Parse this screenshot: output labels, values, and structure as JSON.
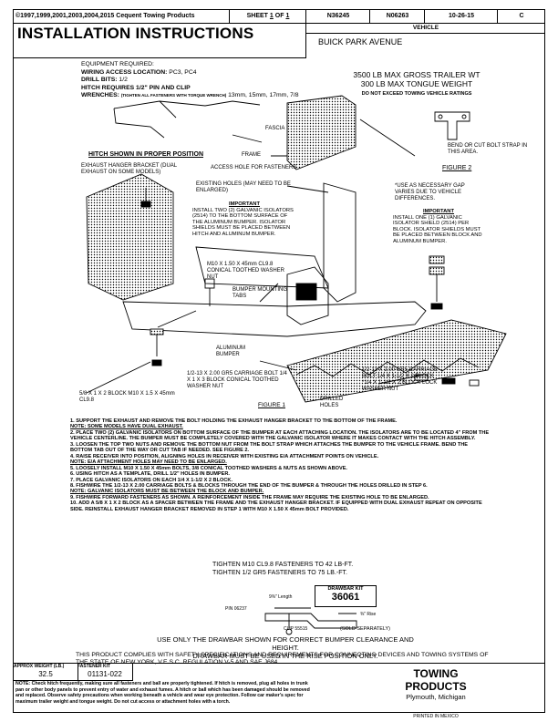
{
  "header": {
    "copyright": "©1997,1999,2001,2003,2004,2015 Cequent Towing Products",
    "sheet_prefix": "SHEET",
    "sheet_num": "1",
    "sheet_of": "OF",
    "sheet_total": "1",
    "part1": "N36245",
    "part2": "N06263",
    "date": "10-26-15",
    "rev": "C"
  },
  "title": "INSTALLATION INSTRUCTIONS",
  "vehicle_label": "VEHICLE",
  "vehicle": "BUICK PARK AVENUE",
  "equipment": {
    "heading": "EQUIPMENT REQUIRED:",
    "wiring_label": "WIRING ACCESS LOCATION:",
    "wiring_value": "PC3, PC4",
    "drill_label": "DRILL BITS:",
    "drill_value": "1/2",
    "pin_label": "HITCH REQUIRES 1/2\" PIN AND CLIP",
    "wrench_label": "WRENCHES:",
    "wrench_note": "(TIGHTEN ALL FASTENERS WITH TORQUE WRENCH)",
    "wrench_value": "13mm, 15mm, 17mm, 7/8"
  },
  "rating": {
    "line1": "3500 LB MAX GROSS TRAILER WT",
    "line2": "300 LB MAX TONGUE WEIGHT",
    "line3": "DO NOT EXCEED TOWING VEHICLE RATINGS"
  },
  "labels": {
    "fascia": "FASCIA",
    "hitch_shown": "HITCH SHOWN IN PROPER POSITION",
    "frame": "FRAME",
    "access_hole": "ACCESS HOLE FOR FASTENERS",
    "bend_strap": "BEND OR CUT BOLT STRAP IN THIS AREA.",
    "figure2": "FIGURE 2",
    "exhaust": "EXHAUST HANGER BRACKET (DUAL EXHAUST ON SOME MODELS)",
    "existing_holes": "EXISTING HOLES (MAY NEED TO BE ENLARGED)",
    "use_spacer": "*USE AS NECESSARY GAP VARIES DUE TO VEHICLE DIFFERENCES.",
    "m10_nut": "M10 X 1.50 X 45mm CL9.8 CONICAL TOOTHED WASHER NUT",
    "bumper_tabs": "BUMPER MOUNTING TABS",
    "aluminum_bumper": "ALUMINUM BUMPER",
    "carriage_bolt_left": "1/2-13 X 2.00 GR5 CARRIAGE BOLT 1/4 X 1 X 3 BLOCK CONICAL TOOTHED WASHER NUT",
    "spacer_left": "5/8 X 1 X 2 BLOCK M10 X 1.5 X 45mm CL9.8",
    "figure1": "FIGURE 1",
    "drilled_holes": "DRILLED HOLES",
    "carriage_bolt_right": "1/2-13 X 2.00 GR5 CARRIAGE BOLT 1/4 X 1-1/2 X 2 BLOCK *1/4 X 1-1/2 X 2 BLOCK LOCK WASHER NUT"
  },
  "notes": {
    "important1_head": "IMPORTANT",
    "important1_body": "INSTALL TWO (2) GALVANIC ISOLATORS (2514) TO THE BOTTOM SURFACE OF THE ALUMINUM BUMPER. ISOLATOR SHIELDS MUST BE PLACED BETWEEN HITCH AND ALUMINUM BUMPER.",
    "important2_head": "IMPORTANT",
    "important2_body": "INSTALL ONE (1) GALVANIC ISOLATOR SHIELD (2514) PER BLOCK. ISOLATOR SHIELDS MUST BE PLACED BETWEEN BLOCK AND ALUMINUM BUMPER."
  },
  "steps": [
    "1. SUPPORT THE EXHAUST AND REMOVE THE BOLT HOLDING THE EXHAUST HANGER BRACKET TO THE BOTTOM OF THE FRAME.",
    "NOTE: SOME MODELS HAVE DUAL EXHAUST.",
    "2. PLACE TWO (2) GALVANIC ISOLATORS ON BOTTOM SURFACE OF THE BUMPER AT EACH ATTACHING LOCATION. THE ISOLATORS ARE TO BE LOCATED 4\" FROM THE VEHICLE CENTERLINE. THE BUMPER MUST BE COMPLETELY COVERED WITH THE GALVANIC ISOLATOR WHERE IT MAKES CONTACT WITH THE HITCH ASSEMBLY.",
    "3. LOOSEN THE TOP TWO NUTS AND REMOVE THE BOTTOM NUT FROM THE BOLT STRAP WHICH ATTACHES THE BUMPER TO THE VEHICLE FRAME. BEND THE BOTTOM TAB OUT OF THE WAY OR CUT TAB IF NEEDED. SEE FIGURE 2.",
    "4. RAISE RECEIVER INTO POSITION, ALIGNING HOLES IN RECEIVER WITH EXISTING E/A ATTACHMENT POINTS ON VEHICLE.",
    "NOTE: E/A ATTACHMENT HOLES MAY NEED TO BE ENLARGED.",
    "5. LOOSELY INSTALL M10 X 1.50 X 45mm BOLTS, 3/8 CONICAL TOOTHED WASHERS & NUTS AS SHOWN ABOVE.",
    "6. USING HITCH AS A TEMPLATE, DRILL 1/2\" HOLES IN BUMPER.",
    "7. PLACE GALVANIC ISOLATORS ON EACH 1/4 X 1-1/2 X 2 BLOCK.",
    "8. FISHWIRE THE 1/2-13 X 2.00 CARRIAGE BOLTS & BLOCKS THROUGH THE END OF THE BUMPER & THROUGH THE HOLES DRILLED IN STEP 6.",
    "NOTE: GALVANIC ISOLATORS MUST BE BETWEEN THE BLOCK AND BUMPER.",
    "9. FISHWIRE FORWARD FASTENERS AS SHOWN. A REINFORCEMENT INSIDE THE FRAME MAY REQUIRE THE EXISTING HOLE TO BE ENLARGED.",
    "10. ADD A 5/8 X 1 X 2 BLOCK AS A SPACER BETWEEN THE FRAME AND THE EXHAUST HANGER BRACKET. IF EQUIPPED WITH DUAL EXHAUST REPEAT ON OPPOSITE SIDE. REINSTALL EXHAUST HANGER BRACKET REMOVED IN STEP 1 WITH M10 X 1.50 X 45mm BOLT PROVIDED."
  ],
  "torque": {
    "line1": "TIGHTEN M10 CL9.8 FASTENERS TO 42 LB-FT.",
    "line2": "TIGHTEN 1/2 GR5 FASTENERS TO 75 LB.-FT."
  },
  "drawbar": {
    "label": "DRAWBAR KIT",
    "number": "36061",
    "length": "9⅜\" Length",
    "pin": "PIN 06237",
    "rise": "⅜\" Rise",
    "clip": "CLIP 55515",
    "sold": "(SOLD SEPARATELY)"
  },
  "bottom": {
    "line1": "USE ONLY THE DRAWBAR SHOWN FOR CORRECT BUMPER CLEARANCE AND HEIGHT.",
    "line2": "DRAWBAR MUST BE USED IN THE RISE POSITION ONLY.",
    "compliance": "THIS PRODUCT COMPLIES WITH SAFETY SPECIFICATIONS AND REQUIREMENTS FOR CONNECTING DEVICES AND TOWING SYSTEMS OF THE STATE OF NEW YORK, V.E.S.C. REGULATION V-5 AND SAE J684."
  },
  "footer": {
    "weight_label": "APPROX WEIGHT (LB.)",
    "weight": "32.5",
    "kit_label": "FASTENER KIT",
    "kit": "01131-022",
    "warning": "NOTE: Check hitch frequently, making sure all fasteners and ball are properly tightened. If hitch is removed, plug all holes in trunk pan or other body panels to prevent entry of water and exhaust fumes. A hitch or ball which has been damaged should be removed and replaced. Observe safety precautions when working beneath a vehicle and wear eye protection. Follow car maker's spec for maximum trailer weight and tongue weight. Do not cut access or attachment holes with a torch.",
    "brand": "TOWING PRODUCTS",
    "city": "Plymouth, Michigan",
    "printed": "PRINTED IN MEXICO"
  }
}
